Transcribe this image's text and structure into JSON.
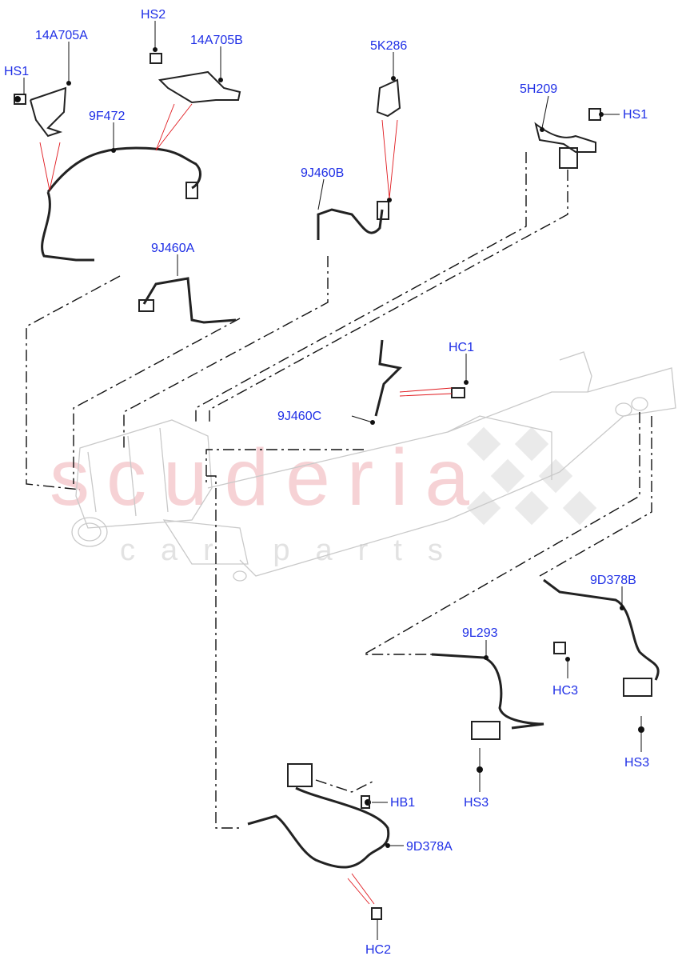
{
  "watermark": {
    "line1": "scuderia",
    "line2": "car parts"
  },
  "colors": {
    "label": "#1f2fe6",
    "callout_leader": "#e0191e",
    "watermark": "#f4c4c8"
  },
  "labels": [
    {
      "id": "14A705A",
      "text": "14A705A"
    },
    {
      "id": "HS2",
      "text": "HS2"
    },
    {
      "id": "14A705B",
      "text": "14A705B"
    },
    {
      "id": "HS1-left",
      "text": "HS1"
    },
    {
      "id": "9F472",
      "text": "9F472"
    },
    {
      "id": "5K286",
      "text": "5K286"
    },
    {
      "id": "5H209",
      "text": "5H209"
    },
    {
      "id": "HS1-right",
      "text": "HS1"
    },
    {
      "id": "9J460B",
      "text": "9J460B"
    },
    {
      "id": "9J460A",
      "text": "9J460A"
    },
    {
      "id": "HC1",
      "text": "HC1"
    },
    {
      "id": "9J460C",
      "text": "9J460C"
    },
    {
      "id": "9D378B",
      "text": "9D378B"
    },
    {
      "id": "9L293",
      "text": "9L293"
    },
    {
      "id": "HC3",
      "text": "HC3"
    },
    {
      "id": "HS3-right",
      "text": "HS3"
    },
    {
      "id": "HS3-mid",
      "text": "HS3"
    },
    {
      "id": "HB1",
      "text": "HB1"
    },
    {
      "id": "9D378A",
      "text": "9D378A"
    },
    {
      "id": "HC2",
      "text": "HC2"
    }
  ]
}
